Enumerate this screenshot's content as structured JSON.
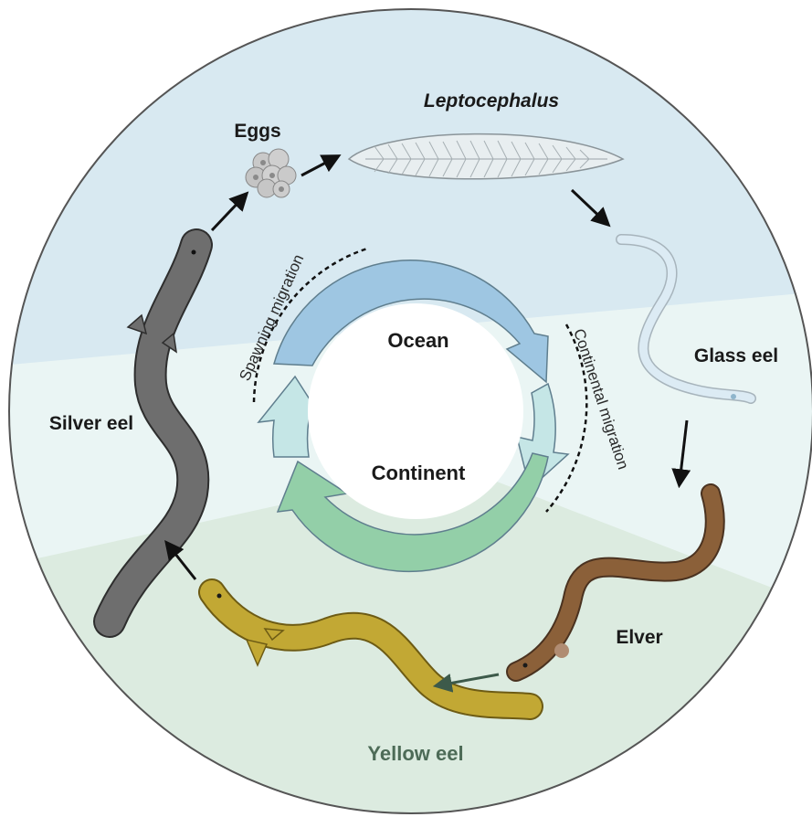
{
  "diagram": {
    "center": {
      "top": "Ocean",
      "bottom": "Continent"
    },
    "migrations": {
      "spawning": "Spawning migration",
      "continental": "Continental migration"
    },
    "stages": {
      "eggs": "Eggs",
      "leptocephalus": "Leptocephalus",
      "glass_eel": "Glass eel",
      "elver": "Elver",
      "yellow_eel": "Yellow eel",
      "silver_eel": "Silver eel"
    },
    "colors": {
      "ocean_zone": "#d8e9f1",
      "transition_zone": "#eaf5f4",
      "continent_zone": "#dcebe0",
      "ocean_arrow": "#9ec6e2",
      "transition_arrow": "#c5e6e6",
      "continent_arrow": "#93cfa8",
      "silver_eel": "#6e6e6e",
      "yellow_eel": "#c2a834",
      "elver": "#8b6039",
      "glass_eel": "#dcebf4",
      "yellow_eel_label": "#4d6b57"
    }
  }
}
